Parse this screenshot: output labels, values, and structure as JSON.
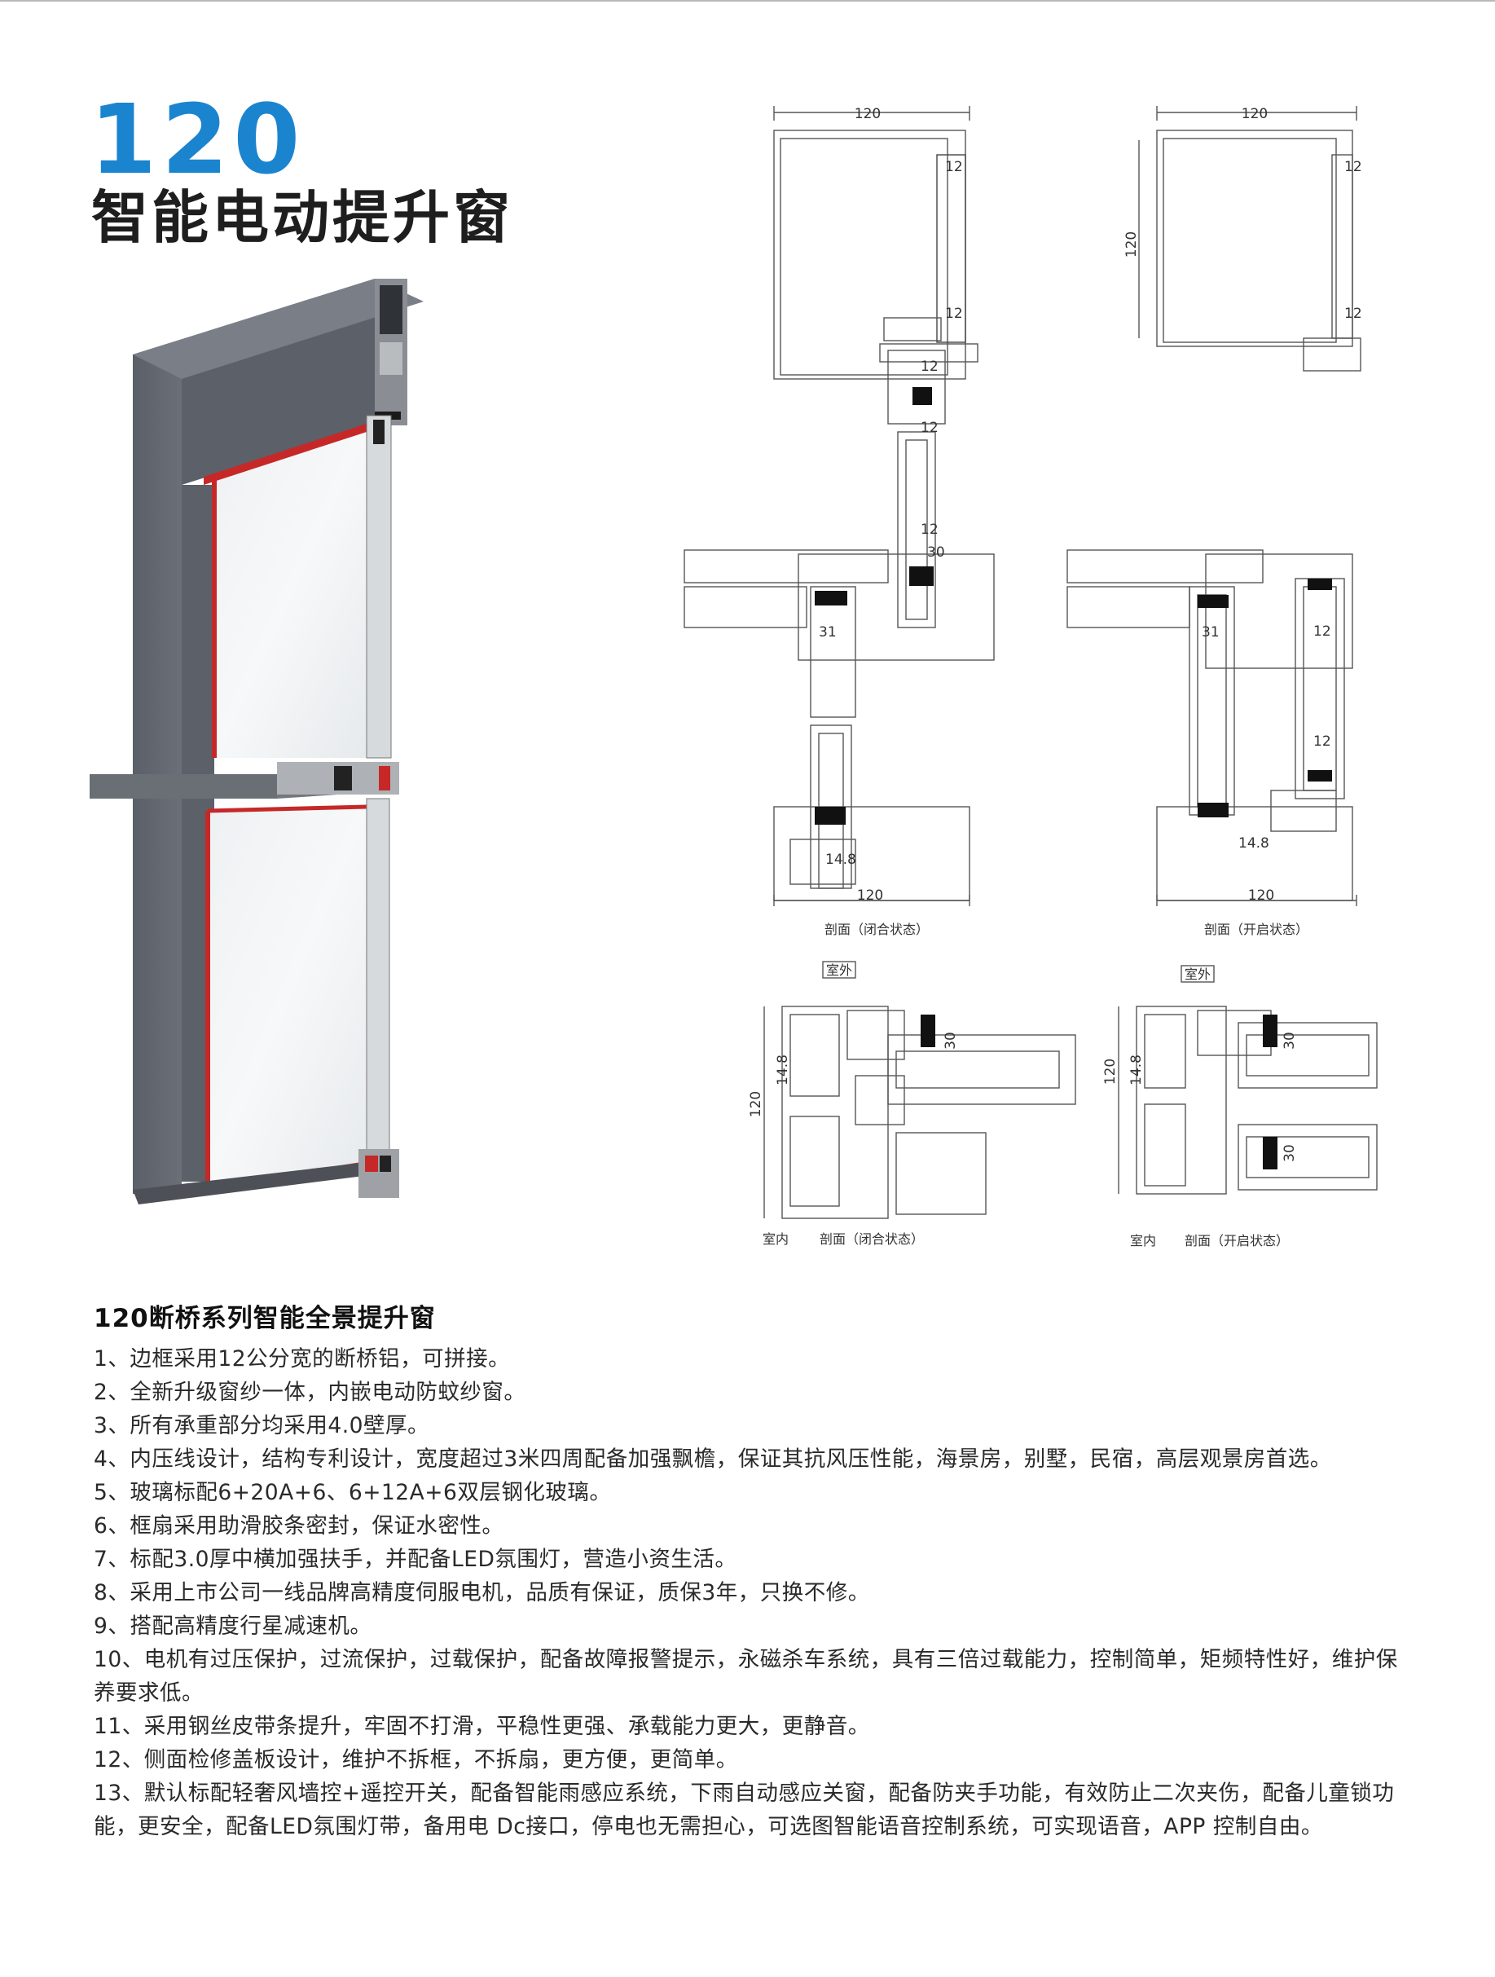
{
  "header": {
    "model": "120",
    "title": "智能电动提升窗"
  },
  "diagrams": {
    "dim_120": "120",
    "dim_12": "12",
    "dim_30": "30",
    "dim_31": "31",
    "dim_14_8": "14.8",
    "caption_closed": "剖面（闭合状态）",
    "caption_open": "剖面（开启状态）",
    "outdoor": "室外",
    "indoor": "室内"
  },
  "description": {
    "heading": "120断桥系列智能全景提升窗",
    "items": [
      "1、边框采用12公分宽的断桥铝，可拼接。",
      "2、全新升级窗纱一体，内嵌电动防蚊纱窗。",
      "3、所有承重部分均采用4.0壁厚。",
      "4、内压线设计，结构专利设计，宽度超过3米四周配备加强飘檐，保证其抗风压性能，海景房，别墅，民宿，高层观景房首选。",
      "5、玻璃标配6+20A+6、6+12A+6双层钢化玻璃。",
      "6、框扇采用助滑胶条密封，保证水密性。",
      "7、标配3.0厚中横加强扶手，并配备LED氛围灯，营造小资生活。",
      "8、采用上市公司一线品牌高精度伺服电机，品质有保证，质保3年，只换不修。",
      "9、搭配高精度行星减速机。",
      "10、电机有过压保护，过流保护，过载保护，配备故障报警提示，永磁杀车系统，具有三倍过载能力，控制简单，矩频特性好，维护保养要求低。",
      "11、采用钢丝皮带条提升，牢固不打滑，平稳性更强、承载能力更大，更静音。",
      "12、侧面检修盖板设计，维护不拆框，不拆扇，更方便，更简单。",
      "13、默认标配轻奢风墙控+遥控开关，配备智能雨感应系统，下雨自动感应关窗，配备防夹手功能，有效防止二次夹伤，配备儿童锁功能，更安全，配备LED氛围灯带，备用电 Dc接口，停电也无需担心，可选图智能语音控制系统，可实现语音，APP 控制自由。"
    ]
  },
  "colors": {
    "accent_blue": "#1b84cf",
    "frame_gray": "#5a5e66",
    "seal_red": "#c62828"
  }
}
